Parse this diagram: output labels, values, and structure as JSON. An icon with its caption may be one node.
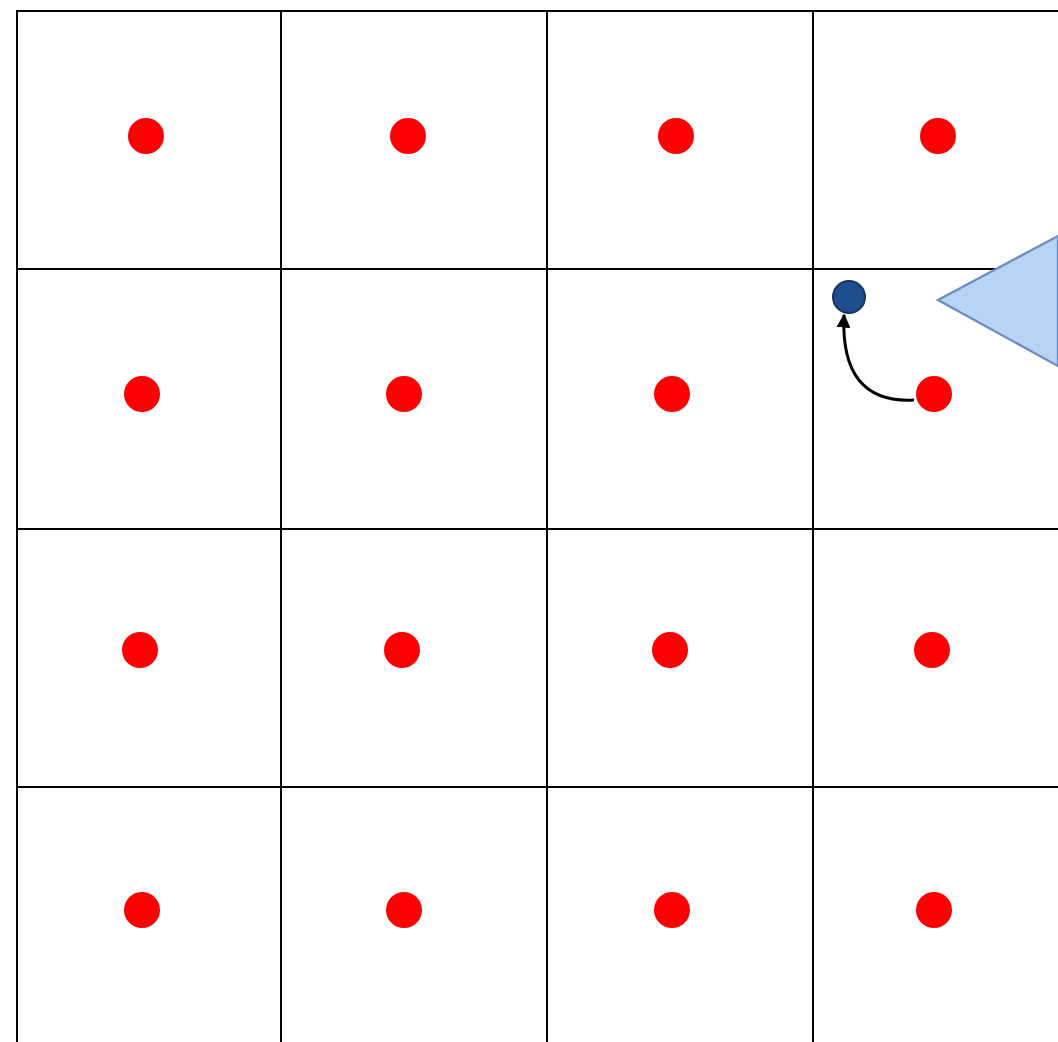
{
  "diagram": {
    "nodes": [
      {
        "text": [],
        "shape": "circle"
      },
      {
        "text": [],
        "shape": "circle"
      },
      {
        "text": [],
        "shape": "circle"
      },
      {
        "text": [],
        "shape": "circle"
      },
      {
        "text": [],
        "shape": "circle"
      },
      {
        "text": [],
        "shape": "circle"
      },
      {
        "text": [],
        "shape": "circle"
      },
      {
        "text": [],
        "shape": "circle"
      },
      {
        "text": [],
        "shape": "circle"
      },
      {
        "text": [],
        "shape": "circle"
      },
      {
        "text": [],
        "shape": "circle"
      },
      {
        "text": [],
        "shape": "circle"
      },
      {
        "text": [],
        "shape": "circle"
      },
      {
        "text": [],
        "shape": "circle"
      },
      {
        "text": [],
        "shape": "circle"
      },
      {
        "text": [],
        "shape": "circle"
      },
      {
        "text": [],
        "shape": "circle"
      }
    ],
    "edges": [
      {
        "from": 8,
        "to": 7,
        "arrow": "to"
      }
    ]
  }
}
